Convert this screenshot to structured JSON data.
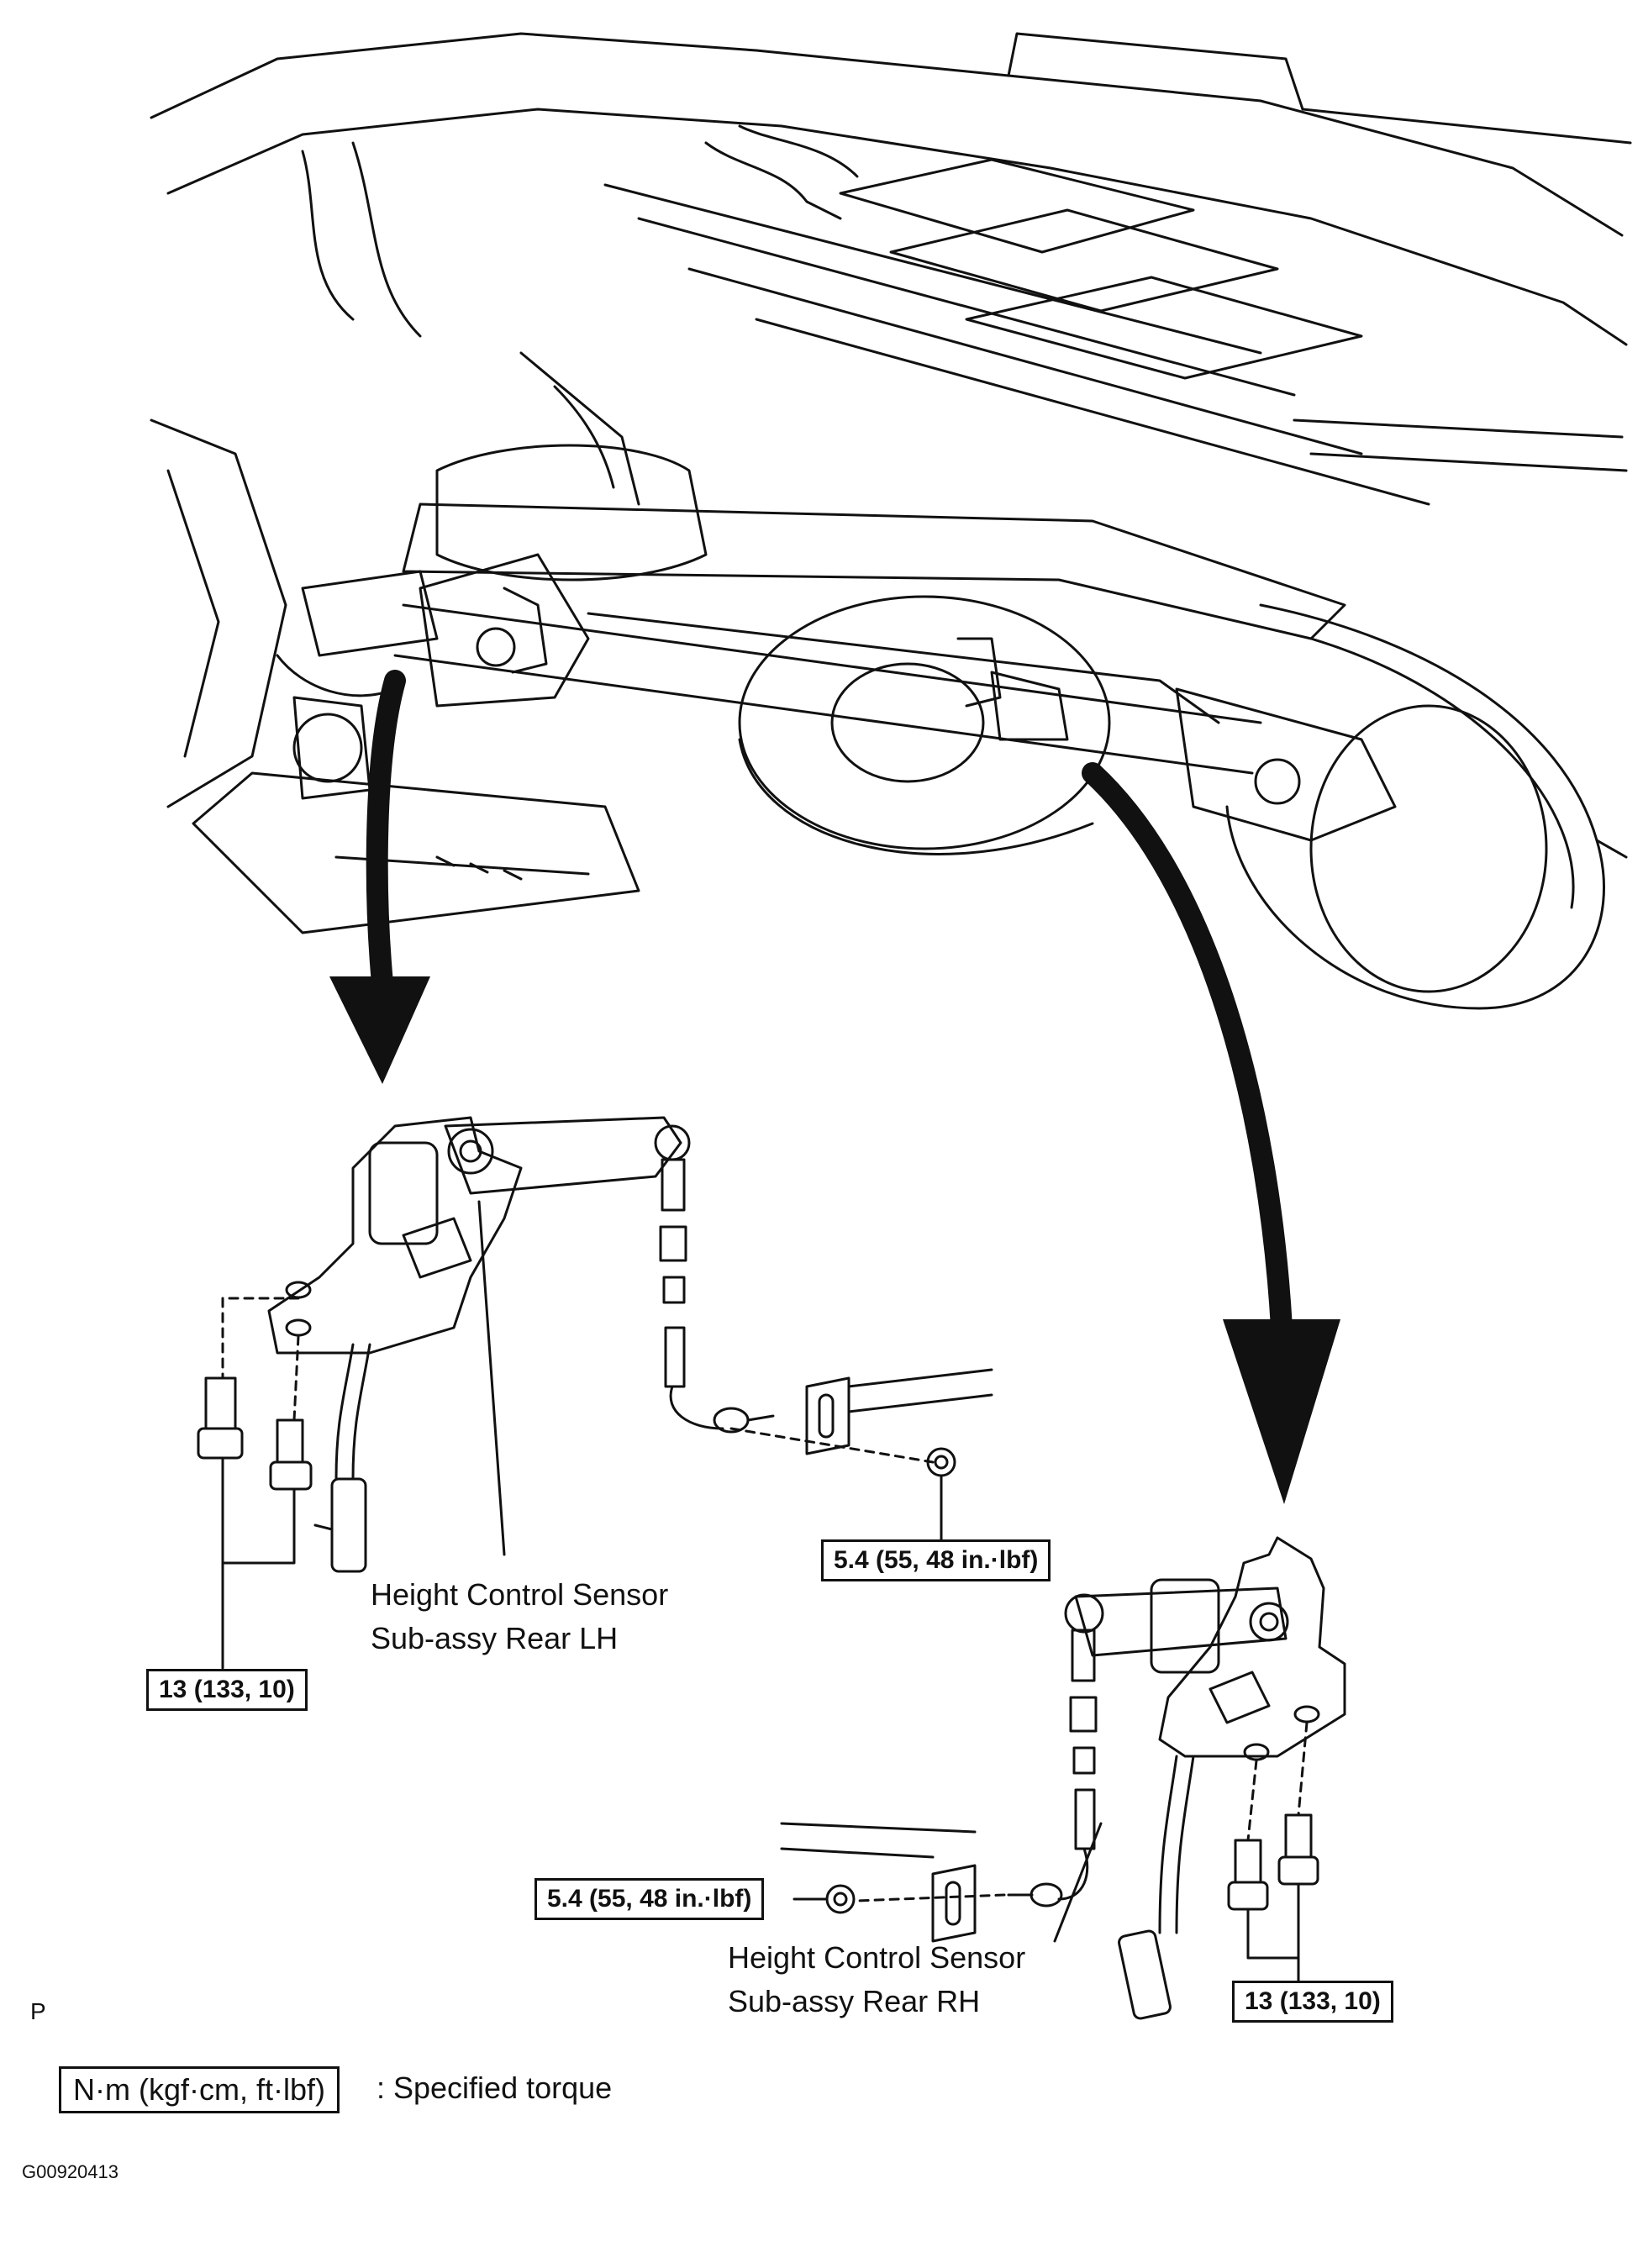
{
  "labels": {
    "sensor_lh_line1": "Height Control Sensor",
    "sensor_lh_line2": "Sub-assy Rear LH",
    "sensor_rh_line1": "Height Control Sensor",
    "sensor_rh_line2": "Sub-assy Rear RH"
  },
  "torques": {
    "lh_bolts": "13 (133, 10)",
    "lh_nut": "5.4 (55, 48 in.·lbf)",
    "rh_nut": "5.4 (55, 48 in.·lbf)",
    "rh_bolts": "13 (133, 10)"
  },
  "marker": "P",
  "legend": {
    "unit_box": "N·m (kgf·cm, ft·lbf)",
    "text": ": Specified torque"
  },
  "figure_code": "G00920413"
}
